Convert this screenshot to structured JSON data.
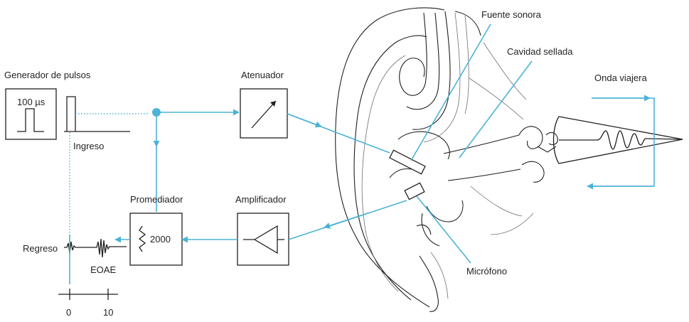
{
  "labels": {
    "pulse_generator": "Generador de pulsos",
    "pulse_width": "100 µs",
    "input": "Ingreso",
    "attenuator": "Atenuador",
    "averager": "Promediador",
    "averager_count": "2000",
    "amplifier": "Amplificador",
    "return": "Regreso",
    "eoae": "EOAE",
    "sound_source": "Fuente sonora",
    "sealed_cavity": "Cavidad sellada",
    "traveling_wave": "Onda viajera",
    "microphone": "Micrófono"
  },
  "time_axis": {
    "ticks": [
      "0",
      "10"
    ]
  },
  "colors": {
    "signal_flow": "#4bb3d6",
    "ink": "#231f20"
  }
}
